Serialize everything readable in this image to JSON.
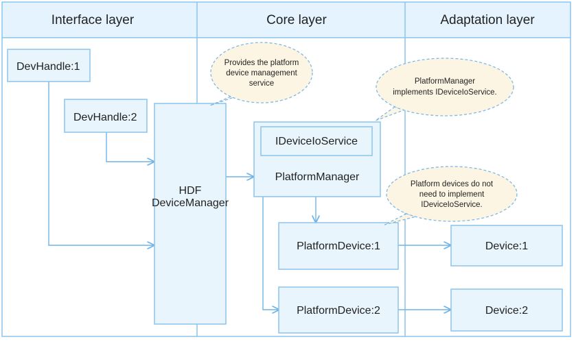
{
  "lanes": {
    "interface": "Interface layer",
    "core": "Core layer",
    "adaptation": "Adaptation layer"
  },
  "boxes": {
    "devhandle1": "DevHandle:1",
    "devhandle2": "DevHandle:2",
    "hdf_line1": "HDF",
    "hdf_line2": "DeviceManager",
    "ideviceioservice": "IDeviceIoService",
    "platformmanager": "PlatformManager",
    "platformdevice1": "PlatformDevice:1",
    "platformdevice2": "PlatformDevice:2",
    "device1": "Device:1",
    "device2": "Device:2"
  },
  "callouts": {
    "provides": [
      "Provides the platform",
      "device management",
      "service"
    ],
    "implements": [
      "PlatformManager",
      "implements IDeviceIoService."
    ],
    "no_need": [
      "Platform devices do not",
      "need to implement",
      "IDeviceIoService."
    ]
  },
  "colors": {
    "border": "#8cc4ea",
    "header_fill": "#e4f3fd",
    "box_fill": "#e8f5fd",
    "callout_fill": "#fdf5e4",
    "callout_border": "#7db8e6",
    "arrow": "#6fb3e6"
  }
}
